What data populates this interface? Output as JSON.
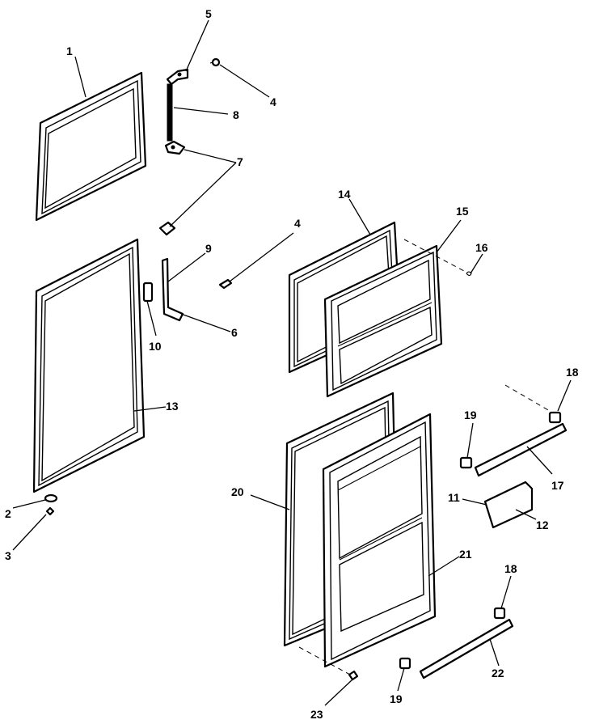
{
  "diagram": {
    "callouts": [
      {
        "id": "c1",
        "text": "1"
      },
      {
        "id": "c5",
        "text": "5"
      },
      {
        "id": "c4a",
        "text": "4"
      },
      {
        "id": "c8",
        "text": "8"
      },
      {
        "id": "c7",
        "text": "7"
      },
      {
        "id": "c14",
        "text": "14"
      },
      {
        "id": "c15",
        "text": "15"
      },
      {
        "id": "c4b",
        "text": "4"
      },
      {
        "id": "c9",
        "text": "9"
      },
      {
        "id": "c16",
        "text": "16"
      },
      {
        "id": "c6",
        "text": "6"
      },
      {
        "id": "c10",
        "text": "10"
      },
      {
        "id": "c13",
        "text": "13"
      },
      {
        "id": "c18a",
        "text": "18"
      },
      {
        "id": "c19a",
        "text": "19"
      },
      {
        "id": "c17",
        "text": "17"
      },
      {
        "id": "c20",
        "text": "20"
      },
      {
        "id": "c11",
        "text": "11"
      },
      {
        "id": "c12",
        "text": "12"
      },
      {
        "id": "c2",
        "text": "2"
      },
      {
        "id": "c21",
        "text": "21"
      },
      {
        "id": "c3",
        "text": "3"
      },
      {
        "id": "c18b",
        "text": "18"
      },
      {
        "id": "c22",
        "text": "22"
      },
      {
        "id": "c19b",
        "text": "19"
      },
      {
        "id": "c23",
        "text": "23"
      }
    ]
  }
}
